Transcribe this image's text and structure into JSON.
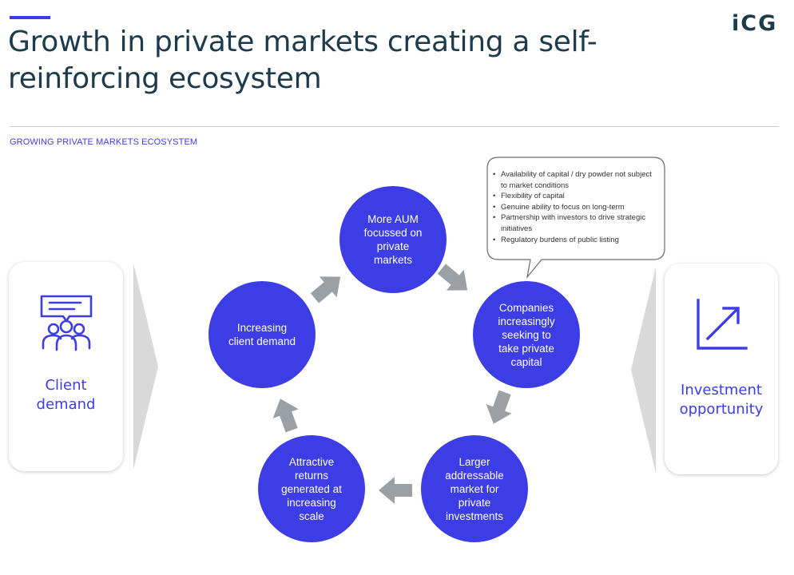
{
  "header": {
    "title": "Growth in private markets creating a self-reinforcing ecosystem",
    "logo_text": "iCG"
  },
  "section_label": "GROWING PRIVATE MARKETS ECOSYSTEM",
  "left_card": {
    "label": "Client\ndemand",
    "icon": "client-demand-icon"
  },
  "right_card": {
    "label": "Investment\nopportunity",
    "icon": "growth-chart-icon"
  },
  "cycle": [
    "More AUM\nfocussed on\nprivate\nmarkets",
    "Companies\nincreasingly\nseeking to\ntake private\ncapital",
    "Larger\naddressable\nmarket for\nprivate\ninvestments",
    "Attractive\nreturns\ngenerated at\nincreasing\nscale",
    "Increasing\nclient demand"
  ],
  "callout": {
    "items": [
      "Availability of capital / dry powder not subject to market conditions",
      "Flexibility of capital",
      "Genuine ability to focus on long-term",
      "Partnership with investors to drive strategic initiatives",
      "Regulatory burdens of public listing"
    ]
  },
  "colors": {
    "accent": "#3d3de6",
    "title": "#1d3b4a",
    "arrow_gray": "#9aa0a4",
    "chevron_gray": "#d9d9d9"
  }
}
